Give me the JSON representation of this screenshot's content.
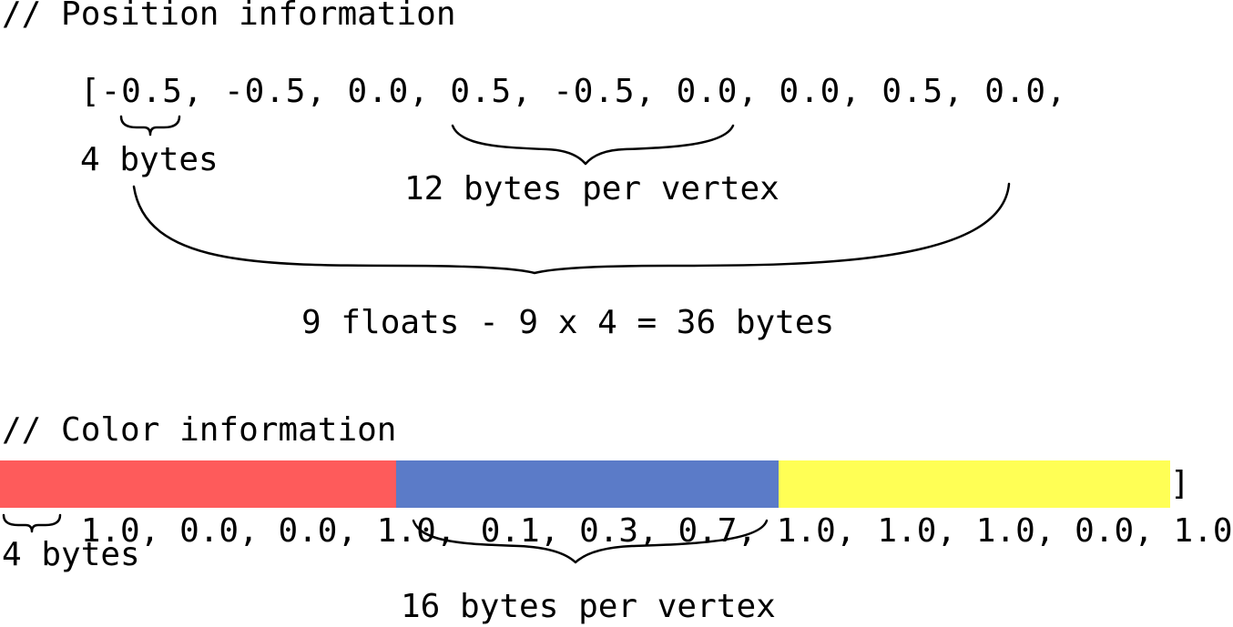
{
  "position": {
    "comment": "// Position information",
    "array_text": "[-0.5, -0.5, 0.0, 0.5, -0.5, 0.0, 0.0, 0.5, 0.0,",
    "float_label": "4 bytes",
    "vertex_label": "12 bytes per vertex",
    "total_label": "9 floats - 9 x 4 = 36 bytes"
  },
  "color": {
    "comment": "// Color information",
    "groups": [
      {
        "text": "1.0, 0.0, 0.0, 1.0, ",
        "bg": "#fe5b5b"
      },
      {
        "text": "0.1, 0.3, 0.7, 1.0,",
        "bg": "#5b7bc8"
      },
      {
        "text": " 1.0, 1.0, 0.0, 1.0",
        "bg": "#ffff55"
      }
    ],
    "closing_bracket": "]",
    "float_label": "4 bytes",
    "vertex_label": "16 bytes per vertex"
  }
}
